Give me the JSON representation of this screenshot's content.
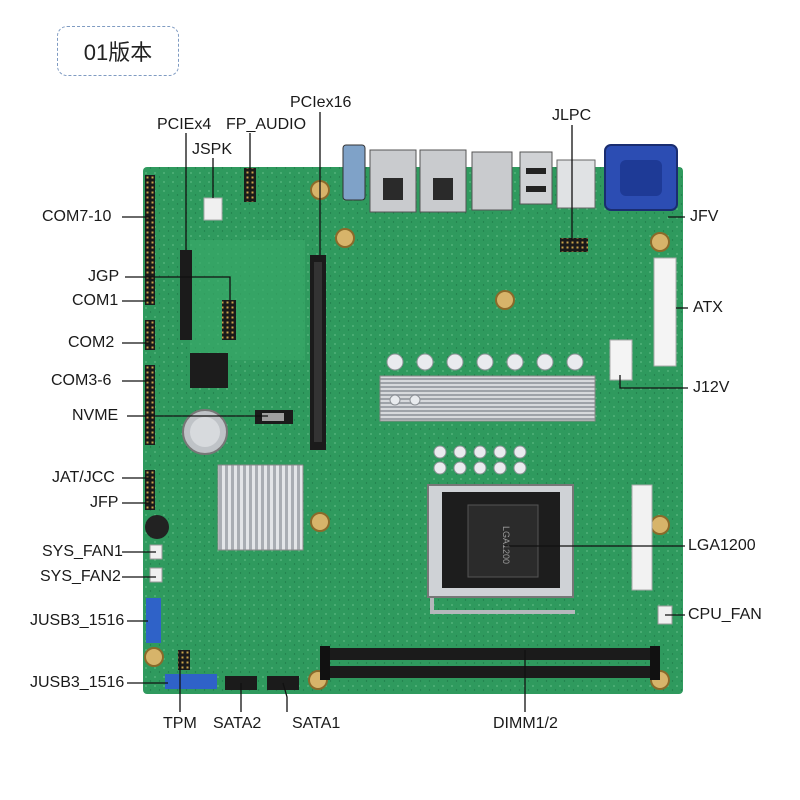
{
  "version_badge": "01版本",
  "labels": {
    "pciex16": "PCIex16",
    "pciex4": "PCIEx4",
    "fp_audio": "FP_AUDIO",
    "jspk": "JSPK",
    "jlpc": "JLPC",
    "com7_10": "COM7-10",
    "jfv": "JFV",
    "jgp": "JGP",
    "com1": "COM1",
    "atx": "ATX",
    "com2": "COM2",
    "com3_6": "COM3-6",
    "j12v": "J12V",
    "nvme": "NVME",
    "jat_jcc": "JAT/JCC",
    "jfp": "JFP",
    "lga1200": "LGA1200",
    "sys_fan1": "SYS_FAN1",
    "sys_fan2": "SYS_FAN2",
    "cpu_fan": "CPU_FAN",
    "jusb3_a": "JUSB3_1516",
    "jusb3_b": "JUSB3_1516",
    "tpm": "TPM",
    "sata2": "SATA2",
    "sata1": "SATA1",
    "dimm": "DIMM1/2"
  },
  "board": {
    "pcb_color": "#2f9a5e",
    "pcb_dark": "#1f7a48",
    "slot_color": "#1b1b1b",
    "heatsink_color": "#c9ccd0",
    "vga_color": "#2c4db3",
    "usb_header_color": "#2f62c8"
  },
  "cpu_socket_text": "LGA1200"
}
